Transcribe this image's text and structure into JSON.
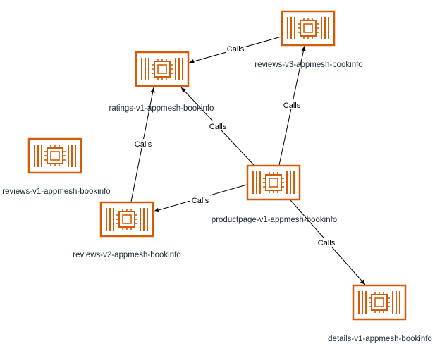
{
  "colors": {
    "node": "#d45b07",
    "edge": "#000000",
    "label": "#232f3e"
  },
  "nodes": [
    {
      "id": "ratings",
      "label": "ratings-v1-appmesh-bookinfo",
      "icon": "ec2-instance-icon"
    },
    {
      "id": "reviews_v3",
      "label": "reviews-v3-appmesh-bookinfo",
      "icon": "ec2-instance-icon"
    },
    {
      "id": "reviews_v1",
      "label": "reviews-v1-appmesh-bookinfo",
      "icon": "ec2-instance-icon"
    },
    {
      "id": "productpage",
      "label": "productpage-v1-appmesh-bookinfo",
      "icon": "ec2-instance-icon"
    },
    {
      "id": "reviews_v2",
      "label": "reviews-v2-appmesh-bookinfo",
      "icon": "ec2-instance-icon"
    },
    {
      "id": "details",
      "label": "details-v1-appmesh-bookinfo",
      "icon": "ec2-instance-icon"
    }
  ],
  "edges": [
    {
      "from": "reviews_v3",
      "to": "ratings",
      "label": "Calls"
    },
    {
      "from": "productpage",
      "to": "reviews_v3",
      "label": "Calls"
    },
    {
      "from": "productpage",
      "to": "ratings",
      "label": "Calls"
    },
    {
      "from": "reviews_v2",
      "to": "ratings",
      "label": "Calls"
    },
    {
      "from": "productpage",
      "to": "reviews_v2",
      "label": "Calls"
    },
    {
      "from": "productpage",
      "to": "details",
      "label": "Calls"
    }
  ]
}
